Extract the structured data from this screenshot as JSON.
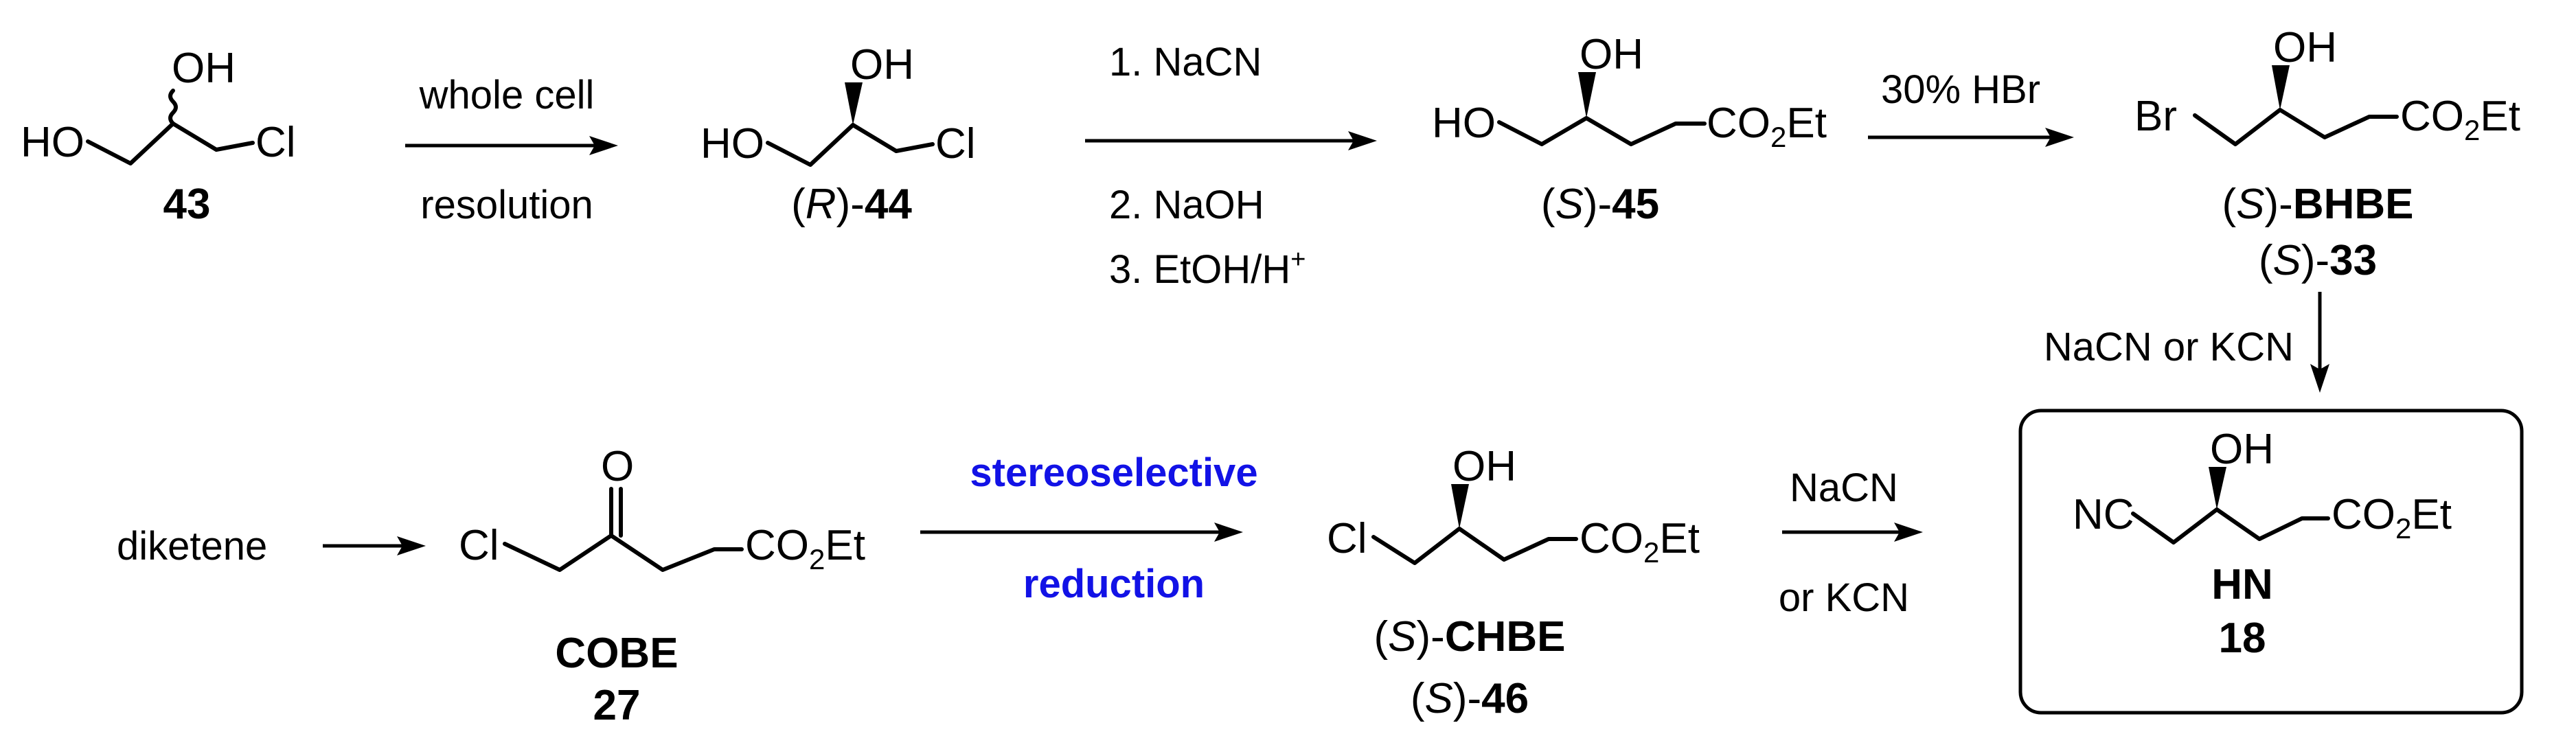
{
  "compounds": {
    "c43": {
      "atoms": {
        "ho": "HO",
        "oh": "OH",
        "cl": "Cl"
      },
      "label": "43"
    },
    "c44": {
      "atoms": {
        "ho": "HO",
        "oh": "OH",
        "cl": "Cl"
      },
      "label_prefix": "(",
      "label_italic": "R",
      "label_mid": ")-",
      "label_bold": "44"
    },
    "c45": {
      "atoms": {
        "ho": "HO",
        "oh": "OH",
        "co2et_a": "CO",
        "co2et_sub": "2",
        "co2et_b": "Et"
      },
      "label_prefix": "(",
      "label_italic": "S",
      "label_mid": ")-",
      "label_bold": "45"
    },
    "c33": {
      "atoms": {
        "br": "Br",
        "oh": "OH",
        "co2et_a": "CO",
        "co2et_sub": "2",
        "co2et_b": "Et"
      },
      "label1_prefix": "(",
      "label1_italic": "S",
      "label1_mid": ")-",
      "label1_bold": "BHBE",
      "label2_prefix": "(",
      "label2_italic": "S",
      "label2_mid": ")-",
      "label2_bold": "33"
    },
    "c27": {
      "atoms": {
        "cl": "Cl",
        "o": "O",
        "co2et_a": "CO",
        "co2et_sub": "2",
        "co2et_b": "Et"
      },
      "label1": "COBE",
      "label2": "27"
    },
    "c46": {
      "atoms": {
        "cl": "Cl",
        "oh": "OH",
        "co2et_a": "CO",
        "co2et_sub": "2",
        "co2et_b": "Et"
      },
      "label1_prefix": "(",
      "label1_italic": "S",
      "label1_mid": ")-",
      "label1_bold": "CHBE",
      "label2_prefix": "(",
      "label2_italic": "S",
      "label2_mid": ")-",
      "label2_bold": "46"
    },
    "c18": {
      "atoms": {
        "nc": "NC",
        "oh": "OH",
        "co2et_a": "CO",
        "co2et_sub": "2",
        "co2et_b": "Et"
      },
      "label1": "HN",
      "label2": "18"
    }
  },
  "start_material": "diketene",
  "reagents": {
    "r1_top": "whole cell",
    "r1_bottom": "resolution",
    "r2_1": "1. NaCN",
    "r2_2": "2. NaOH",
    "r2_3_a": "3. EtOH/H",
    "r2_3_sup": "+",
    "r3": "30% HBr",
    "r4": "NaCN or KCN",
    "r6_top": "stereoselective",
    "r6_bottom": "reduction",
    "r7_top": "NaCN",
    "r7_bottom": "or KCN"
  },
  "colors": {
    "highlight": "#1212e6",
    "ink": "#000000"
  }
}
